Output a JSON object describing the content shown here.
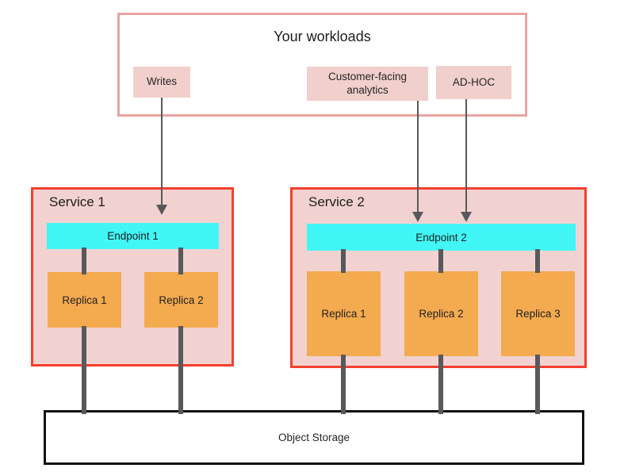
{
  "workloads": {
    "title": "Your workloads",
    "items": [
      {
        "label": "Writes"
      },
      {
        "label": "Customer-facing analytics"
      },
      {
        "label": "AD-HOC"
      }
    ]
  },
  "services": [
    {
      "title": "Service 1",
      "endpoint": {
        "label": "Endpoint 1"
      },
      "replicas": [
        {
          "label": "Replica 1"
        },
        {
          "label": "Replica 2"
        }
      ]
    },
    {
      "title": "Service 2",
      "endpoint": {
        "label": "Endpoint 2"
      },
      "replicas": [
        {
          "label": "Replica 1"
        },
        {
          "label": "Replica 2"
        },
        {
          "label": "Replica 3"
        }
      ]
    }
  ],
  "storage": {
    "label": "Object Storage"
  },
  "colors": {
    "workloads_border": "#e9a4a2",
    "chip_fill": "#f1cfcc",
    "service_border": "#f43f2d",
    "service_fill": "#f2d2d0",
    "endpoint_fill": "#42f6f6",
    "replica_fill": "#f4aa4f",
    "connector": "#59595b",
    "arrow": "#58585a",
    "storage_border": "#111111"
  }
}
